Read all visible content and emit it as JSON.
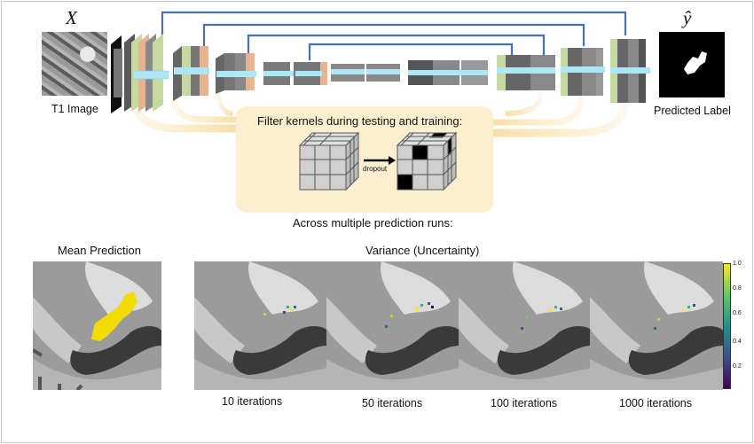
{
  "input": {
    "symbol": "X",
    "caption": "T1 Image"
  },
  "output": {
    "symbol": "ŷ",
    "caption": "Predicted Label"
  },
  "panel": {
    "title": "Filter kernels during testing and training:",
    "arrow_label": "dropout"
  },
  "runs_caption": "Across multiple prediction runs:",
  "mean": {
    "title": "Mean Prediction",
    "mask_color": "#f2dc00"
  },
  "variance": {
    "title": "Variance (Uncertainty)",
    "panels": [
      {
        "caption": "10 iterations"
      },
      {
        "caption": "50 iterations"
      },
      {
        "caption": "100 iterations"
      },
      {
        "caption": "1000 iterations"
      }
    ]
  },
  "colorbar": {
    "ticks": [
      "1.0",
      "0.8",
      "0.6",
      "0.4",
      "0.2"
    ],
    "colormap": "viridis"
  },
  "colors": {
    "skip": "#4a6fb5",
    "flow": "#f7dca0",
    "layer_green": "#c5d9a0",
    "layer_orange": "#e8b48f",
    "feature_cyan": "#aee6f5"
  }
}
